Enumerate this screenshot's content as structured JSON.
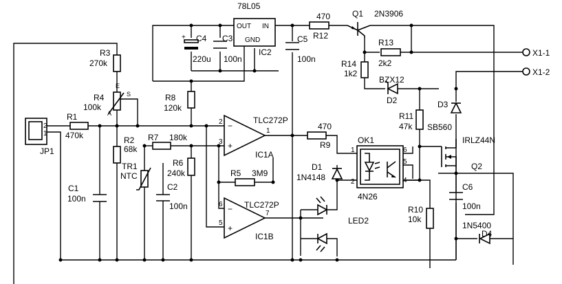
{
  "labels": {
    "ic2_part": "78L05",
    "ic2_out": "OUT",
    "ic2_in": "IN",
    "ic2_gnd": "GND",
    "ic2_ref": "IC2",
    "c4_ref": "C4",
    "c4_val": "220u",
    "c4_plus": "+",
    "c3_ref": "C3",
    "c3_val": "100n",
    "c5_ref": "C5",
    "c5_val": "100n",
    "r12_val": "470",
    "r12_ref": "R12",
    "q1_ref": "Q1",
    "q1_part": "2N3906",
    "r13_ref": "R13",
    "r13_val": "2k2",
    "r14_ref": "R14",
    "r14_val": "1k2",
    "zener_part": "BZX12",
    "zener_ref": "D2",
    "x1_1": "X1-1",
    "x1_2": "X1-2",
    "r3_ref": "R3",
    "r3_val": "270k",
    "r4_ref": "R4",
    "r4_val": "100k",
    "r4_pin_e": "E",
    "r4_pin_a": "A",
    "r4_pin_s": "S",
    "r8_ref": "R8",
    "r8_val": "120k",
    "d3_ref": "D3",
    "d3_part": "SB560",
    "r11_ref": "R11",
    "r11_val": "47k",
    "ic1a_part": "TLC272P",
    "ic1a_ref": "IC1A",
    "ic1a_pin2": "2",
    "ic1a_pin3": "3",
    "ic1a_pin1": "1",
    "ic1a_minus": "−",
    "ic1a_plus": "+",
    "r9_val": "470",
    "r9_ref": "R9",
    "ok1_ref": "OK1",
    "ok1_part": "4N26",
    "ok1_pin1": "1",
    "ok1_pin2": "2",
    "ok1_pin4": "4",
    "ok1_pin5": "5",
    "ok1_pin6": "6",
    "q2_part": "IRLZ44N",
    "q2_ref": "Q2",
    "jp1_ref": "JP1",
    "jp1_pin2": "2",
    "jp1_pin1": "1",
    "r1_ref": "R1",
    "r1_val": "470k",
    "r2_ref": "R2",
    "r2_val": "68k",
    "r7_ref": "R7",
    "r7_val": "180k",
    "d1_ref": "D1",
    "d1_part": "1N4148",
    "tr1_ref": "TR1",
    "tr1_part": "NTC",
    "r6_ref": "R6",
    "r6_val": "240k",
    "r5_ref": "R5",
    "r5_val": "3M9",
    "c2_ref": "C2",
    "c2_val": "100n",
    "c1_ref": "C1",
    "c1_val": "100n",
    "ic1b_part": "TLC272P",
    "ic1b_ref": "IC1B",
    "ic1b_pin6": "6",
    "ic1b_pin5": "5",
    "ic1b_pin7": "7",
    "ic1b_minus": "−",
    "ic1b_plus": "+",
    "led2_ref": "LED2",
    "r10_ref": "R10",
    "r10_val": "10k",
    "c6_ref": "C6",
    "c6_val": "100n",
    "d4_part": "1N5400",
    "d4_ref": "D4"
  }
}
